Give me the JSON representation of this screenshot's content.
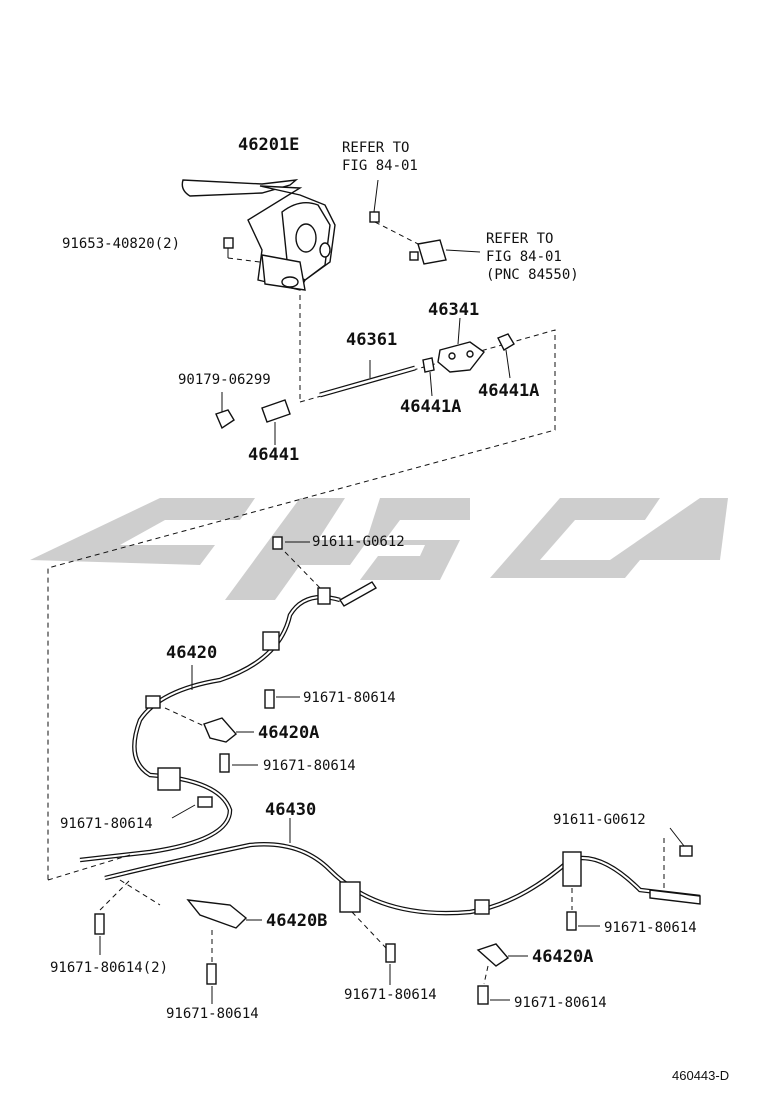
{
  "diagram_code": "460443-D",
  "refs": {
    "ref1_line1": "REFER TO",
    "ref1_line2": "FIG 84-01",
    "ref2_line1": "REFER TO",
    "ref2_line2": "FIG 84-01",
    "ref2_line3": "(PNC 84550)"
  },
  "labels": {
    "lever": "46201E",
    "lever_bolt": "91653-40820(2)",
    "adjust_rod": "46361",
    "equalizer": "46341",
    "nut_right": "46441A",
    "nut_mid": "46441A",
    "rod_nut": "46441",
    "rod_nut_part": "90179-06299",
    "top_bolt": "91611-G0612",
    "cable_left": "46420",
    "bolt_1": "91671-80614",
    "clamp_left": "46420A",
    "bolt_2": "91671-80614",
    "bolt_3": "91671-80614",
    "cable_right": "46430",
    "right_bolt": "91611-G0612",
    "bolt_right": "91671-80614",
    "clamp_b": "46420B",
    "clamp_right": "46420A",
    "bolt_left_pair": "91671-80614(2)",
    "bolt_bottom_left": "91671-80614",
    "bolt_bottom_mid": "91671-80614",
    "bolt_bottom_right": "91671-80614"
  }
}
